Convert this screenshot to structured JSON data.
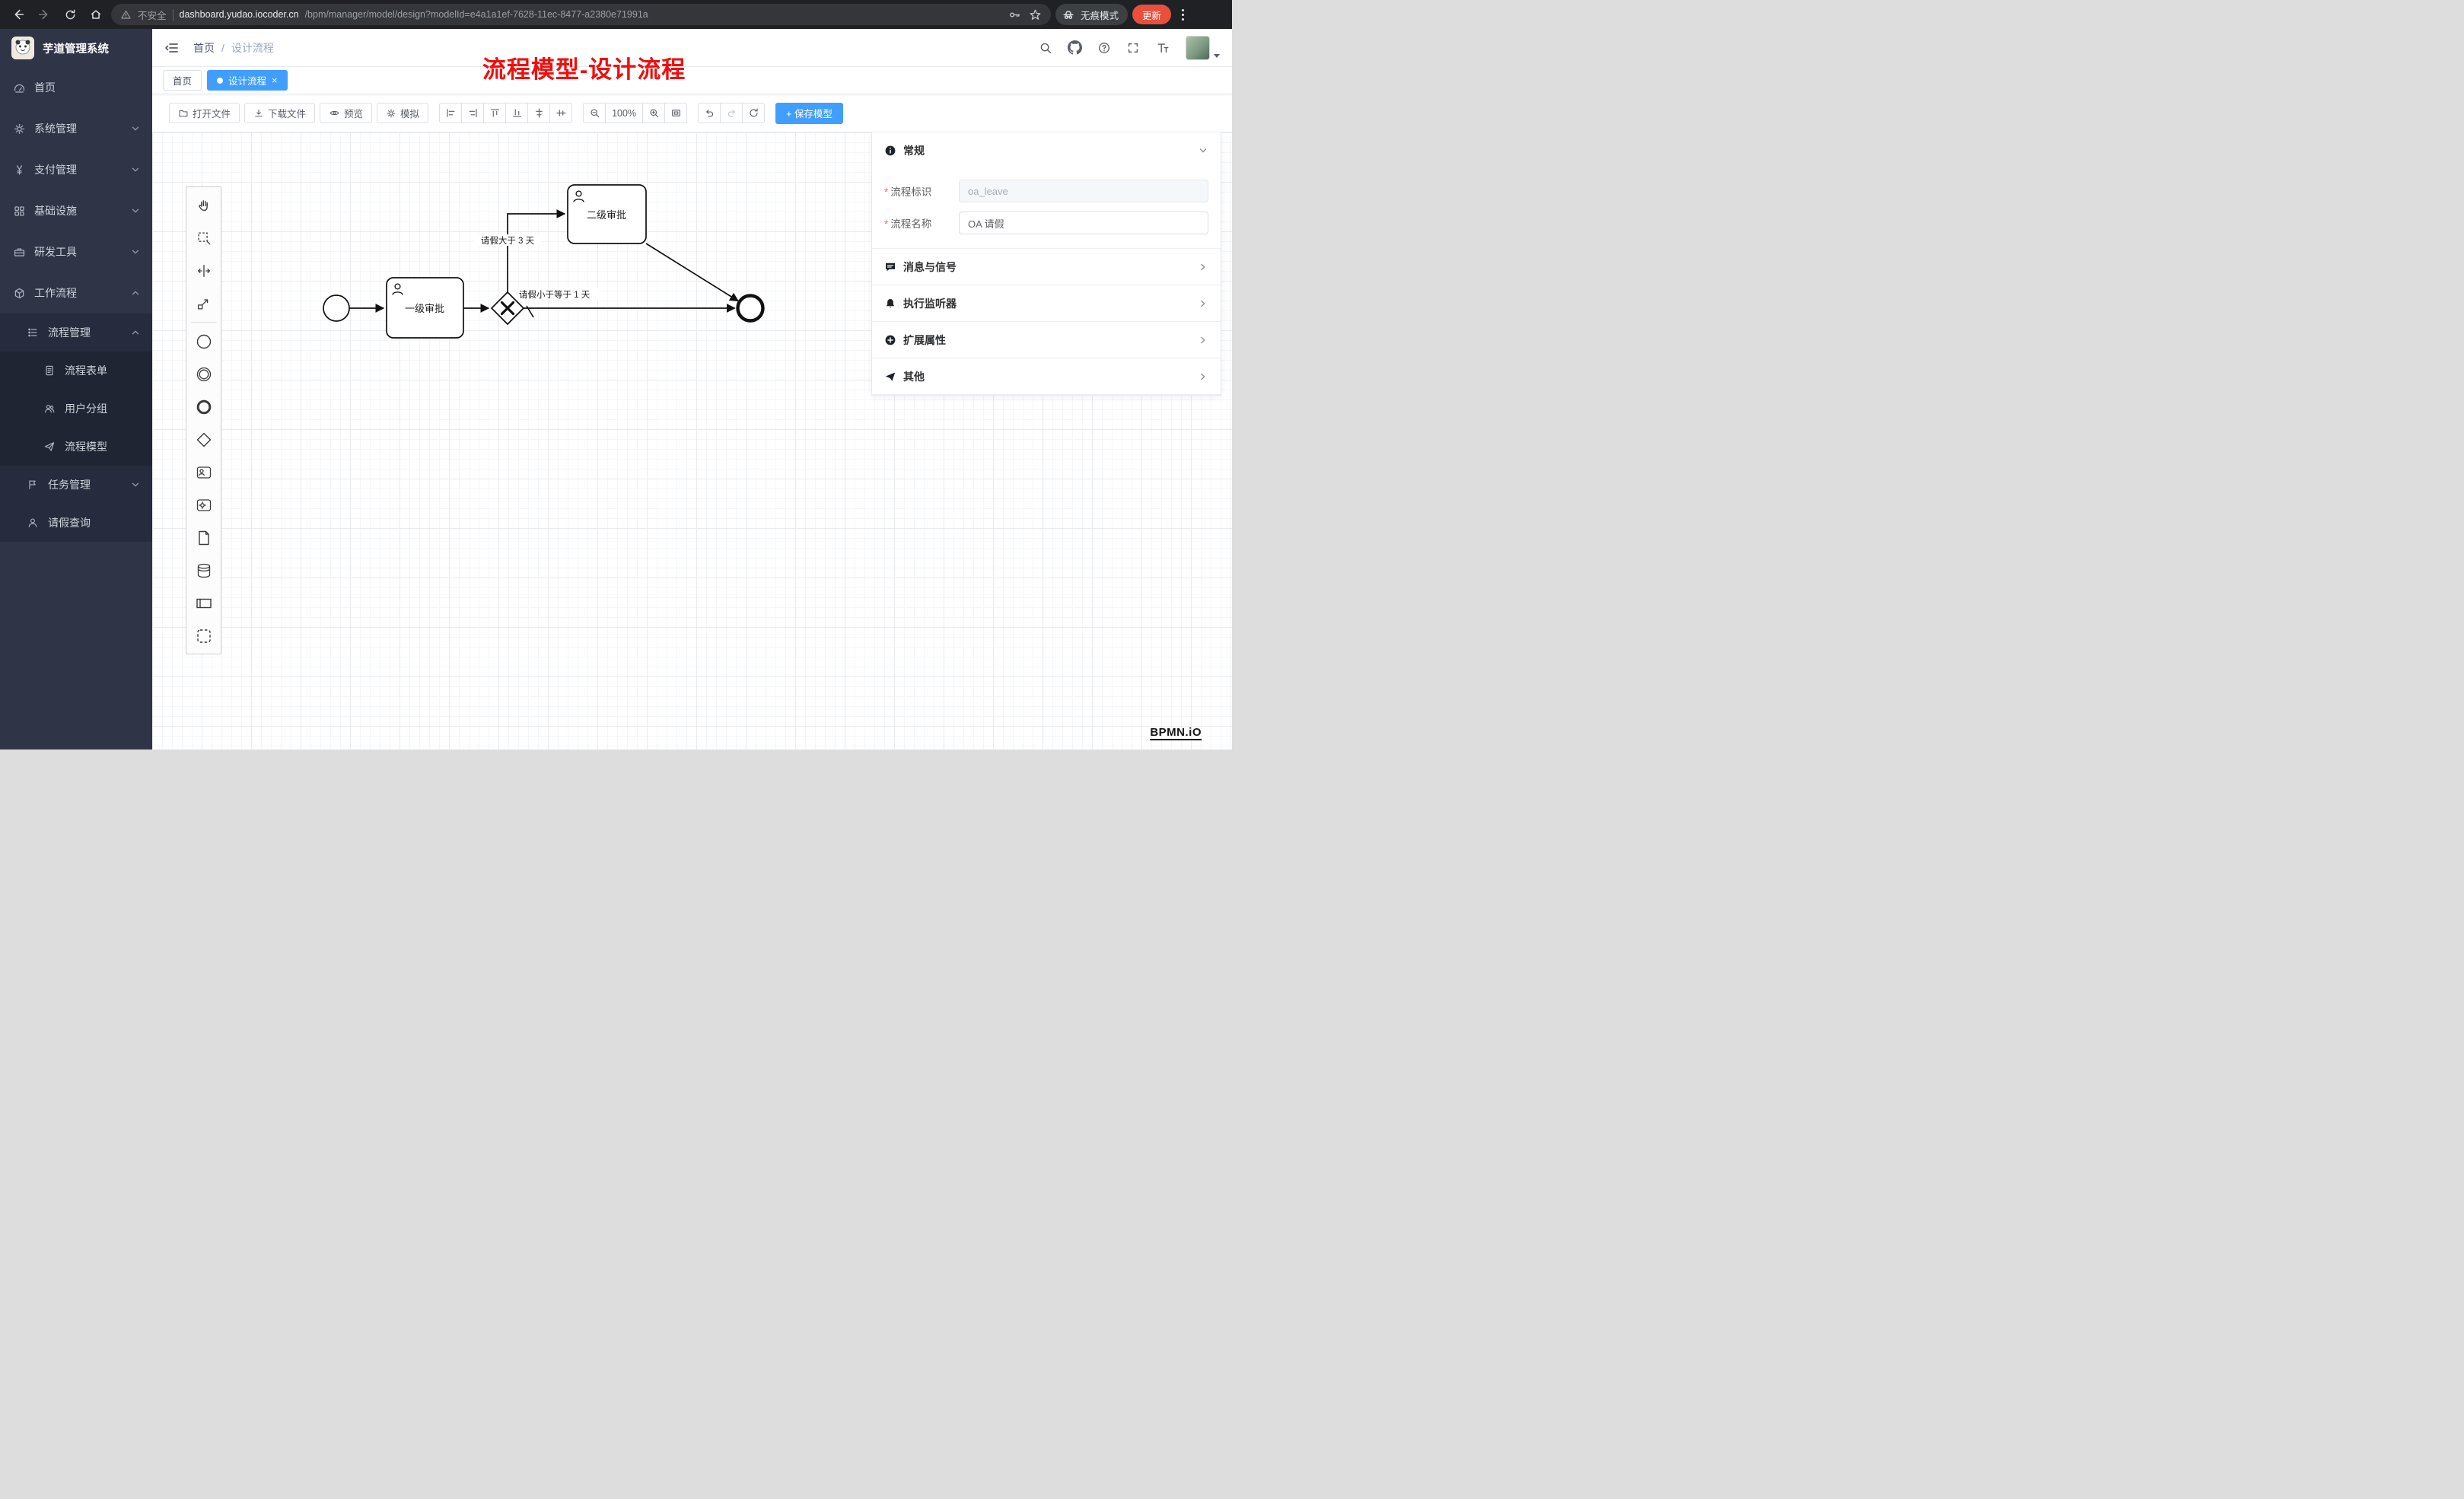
{
  "browser": {
    "not_secure": "不安全",
    "url_domain": "dashboard.yudao.iocoder.cn",
    "url_path": "/bpm/manager/model/design?modelId=e4a1a1ef-7628-11ec-8477-a2380e71991a",
    "incognito_label": "无痕模式",
    "update_label": "更新"
  },
  "sidebar": {
    "logo_title": "芋道管理系统",
    "items": [
      {
        "label": "首页",
        "icon": "dashboard-icon"
      },
      {
        "label": "系统管理",
        "icon": "gear-icon",
        "expandable": true
      },
      {
        "label": "支付管理",
        "icon": "yen-icon",
        "expandable": true
      },
      {
        "label": "基础设施",
        "icon": "grid-icon",
        "expandable": true
      },
      {
        "label": "研发工具",
        "icon": "toolbox-icon",
        "expandable": true
      },
      {
        "label": "工作流程",
        "icon": "cube-icon",
        "expandable": true,
        "expanded": true
      },
      {
        "label": "流程管理",
        "icon": "list-tree-icon",
        "expandable": true,
        "expanded": true
      },
      {
        "label": "流程表单",
        "icon": "document-icon"
      },
      {
        "label": "用户分组",
        "icon": "users-icon"
      },
      {
        "label": "流程模型",
        "icon": "send-icon"
      },
      {
        "label": "任务管理",
        "icon": "flag-icon",
        "expandable": true
      },
      {
        "label": "请假查询",
        "icon": "person-icon"
      }
    ]
  },
  "navbar": {
    "breadcrumb_home": "首页",
    "breadcrumb_sep": "/",
    "breadcrumb_current": "设计流程",
    "annotation": "流程模型-设计流程",
    "icons": [
      "search-icon",
      "github-icon",
      "help-icon",
      "fullscreen-icon",
      "font-size-icon",
      "avatar"
    ]
  },
  "tabs": {
    "home_label": "首页",
    "active_label": "设计流程",
    "close_glyph": "×"
  },
  "toolbar": {
    "open_label": "打开文件",
    "download_label": "下载文件",
    "preview_label": "预览",
    "simulate_label": "模拟",
    "zoom_level": "100%",
    "save_label": "+ 保存模型",
    "align_tools": [
      "align-left",
      "align-right",
      "align-top",
      "align-bottom",
      "align-center-horizontal",
      "align-center-vertical"
    ],
    "zoom_tools": [
      "zoom-out",
      "zoom-level",
      "zoom-in",
      "fit-viewport"
    ],
    "history_tools": [
      "undo",
      "redo",
      "refresh"
    ]
  },
  "palette": {
    "items": [
      "hand-tool",
      "lasso-tool",
      "space-tool",
      "global-connect-tool",
      "create-start-event",
      "create-intermediate-event",
      "create-end-event",
      "create-gateway",
      "create-user-task",
      "create-service-task",
      "create-task",
      "create-data-store",
      "create-participant",
      "create-group"
    ]
  },
  "diagram": {
    "task1_label": "一级审批",
    "task2_label": "二级审批",
    "flow_up_label": "请假大于 3 天",
    "flow_right_label": "请假小于等于 1 天"
  },
  "properties": {
    "general": {
      "title": "常规",
      "required_mark": "*",
      "field1_label": "流程标识",
      "field1_value": "oa_leave",
      "field2_label": "流程名称",
      "field2_value": "OA 请假"
    },
    "sections": [
      {
        "title": "消息与信号",
        "icon": "message-icon"
      },
      {
        "title": "执行监听器",
        "icon": "bell-icon"
      },
      {
        "title": "扩展属性",
        "icon": "plus-circle-icon"
      },
      {
        "title": "其他",
        "icon": "paper-plane-icon"
      }
    ]
  },
  "watermark": "BPMN.iO",
  "colors": {
    "accent": "#409eff",
    "annotation_red": "#f20d0d",
    "update_button": "#e8503c",
    "sidebar_bg": "#2f3447",
    "sidebar_submenu_bg": "#262c3d"
  }
}
